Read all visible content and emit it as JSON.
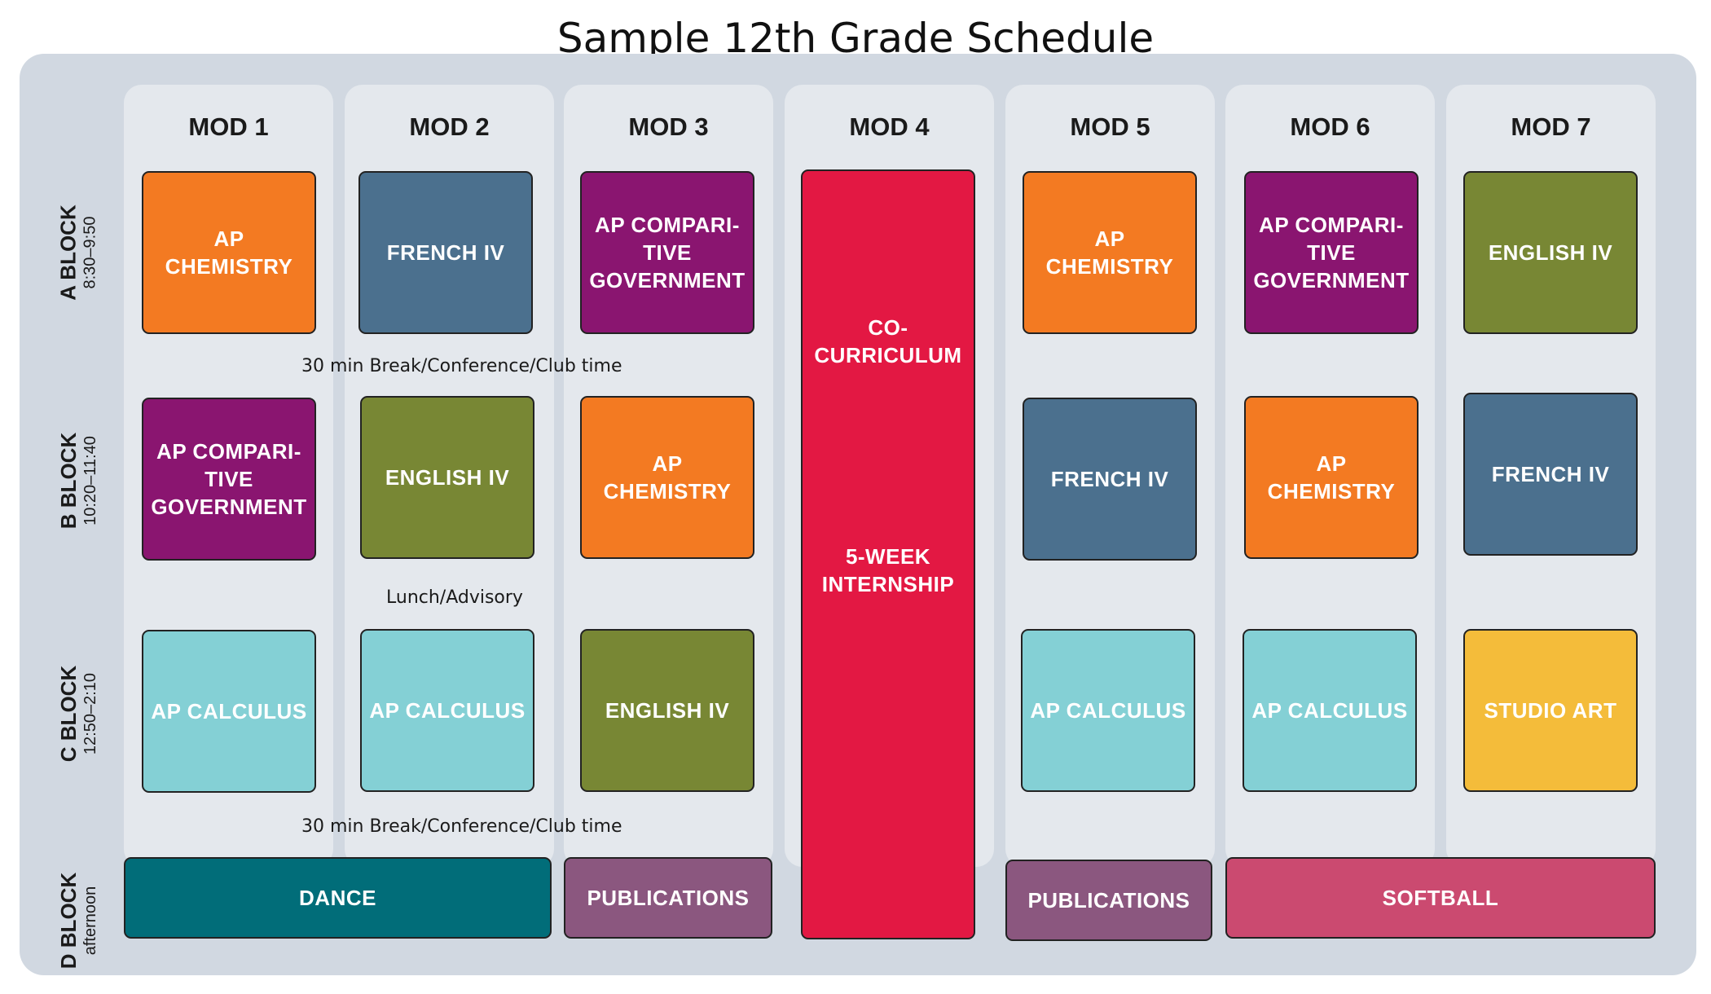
{
  "title": "Sample 12th Grade Schedule",
  "mods": [
    "MOD 1",
    "MOD 2",
    "MOD 3",
    "MOD 4",
    "MOD 5",
    "MOD 6",
    "MOD 7"
  ],
  "blocks": {
    "a": {
      "name": "A BLOCK",
      "time": "8:30–9:50"
    },
    "b": {
      "name": "B BLOCK",
      "time": "10:20–11:40"
    },
    "c": {
      "name": "C BLOCK",
      "time": "12:50–2:10"
    },
    "d": {
      "name": "D BLOCK",
      "time": "afternoon"
    }
  },
  "notes": {
    "break1": "30 min Break/Conference/Club time",
    "lunch": "Lunch/Advisory",
    "break2": "30 min Break/Conference/Club time"
  },
  "classes": {
    "ap_chemistry": "AP CHEMISTRY",
    "french_iv": "FRENCH IV",
    "gov_line1": "AP COMPARI-",
    "gov_line2": "TIVE",
    "gov_line3": "GOVERNMENT",
    "english_iv": "ENGLISH IV",
    "ap_calculus": "AP CALCULUS",
    "studio_art": "STUDIO ART",
    "dance": "DANCE",
    "publications": "PUBLICATIONS",
    "softball": "SOFTBALL",
    "cocurr_line1": "CO-",
    "cocurr_line2": "CURRICULUM",
    "internship_line1": "5-WEEK",
    "internship_line2": "INTERNSHIP"
  },
  "colors": {
    "ap_chemistry": "#f37a22",
    "french_iv": "#4b708e",
    "ap_comparative_government": "#8a1570",
    "english_iv": "#788734",
    "ap_calculus": "#84d0d5",
    "studio_art": "#f4bc3a",
    "dance": "#016d79",
    "publications": "#8b577f",
    "softball": "#cb4a70",
    "co_curriculum": "#e31843"
  }
}
